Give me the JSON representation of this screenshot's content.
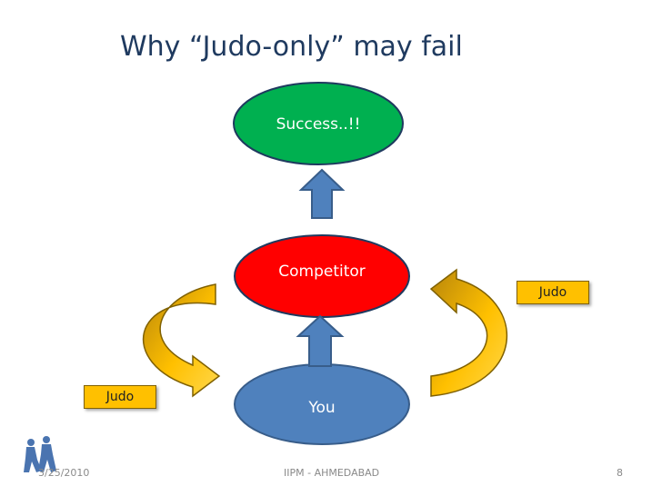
{
  "slide": {
    "title": "Why “Judo-only” may fail",
    "nodes": {
      "success": "Success..!!",
      "competitor": "Competitor",
      "you": "You"
    },
    "tags": {
      "judo_right": "Judo",
      "judo_left": "Judo"
    },
    "footer": {
      "date": "3/25/2010",
      "center": "IIPM - AHMEDABAD",
      "page": "8"
    }
  },
  "colors": {
    "success": "#00b050",
    "competitor": "#ff0000",
    "you": "#4f81bd",
    "arrow_blue": "#4f81bd",
    "curve_fill": "#ffc000",
    "tag_fill": "#ffc000"
  }
}
